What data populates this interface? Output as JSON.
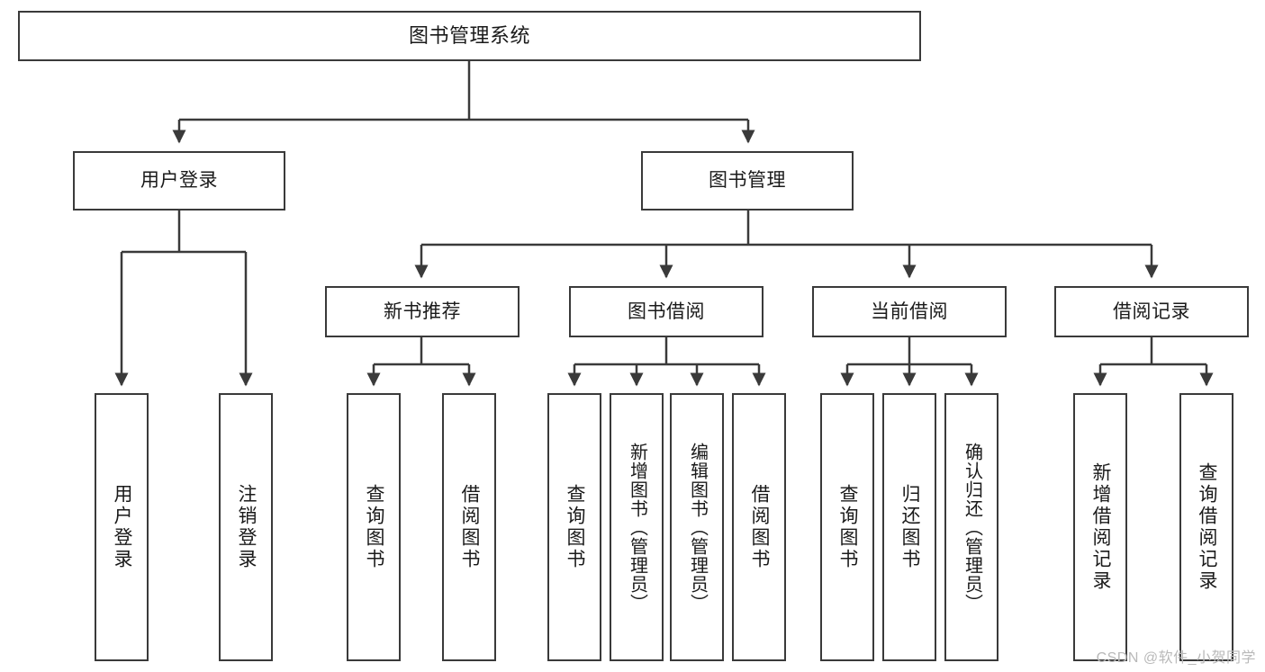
{
  "diagram": {
    "type": "tree-hierarchy-chart",
    "title_node": "图书管理系统",
    "style": {
      "box_border_color": "#3a3a3a",
      "box_fill": "#ffffff",
      "edge_color": "#3a3a3a",
      "text_color": "#1a1a1a",
      "watermark_color": "#b9b9b9"
    },
    "levels": {
      "root": [
        "图书管理系统"
      ],
      "level2": [
        "用户登录",
        "图书管理"
      ],
      "level3": [
        "新书推荐",
        "图书借阅",
        "当前借阅",
        "借阅记录"
      ],
      "leaves": [
        "用户登录",
        "注销登录",
        "查询图书",
        "借阅图书",
        "查询图书",
        "新增图书（管理员）",
        "编辑图书（管理员）",
        "借阅图书",
        "查询图书",
        "归还图书",
        "确认归还（管理员）",
        "新增借阅记录",
        "查询借阅记录"
      ]
    }
  },
  "nodes": {
    "root": {
      "label": "图书管理系统"
    },
    "user_login": {
      "label": "用户登录"
    },
    "book_manage": {
      "label": "图书管理"
    },
    "new_book_rec": {
      "label": "新书推荐"
    },
    "book_borrow": {
      "label": "图书借阅"
    },
    "current_borrow": {
      "label": "当前借阅"
    },
    "borrow_record": {
      "label": "借阅记录"
    },
    "leaf_user_login": {
      "label": "用户登录"
    },
    "leaf_logout": {
      "label": "注销登录"
    },
    "leaf_query_book_1": {
      "label": "查询图书"
    },
    "leaf_borrow_book_1": {
      "label": "借阅图书"
    },
    "leaf_query_book_2": {
      "label": "查询图书"
    },
    "leaf_add_book": {
      "label": "新增图书（管理员）"
    },
    "leaf_edit_book": {
      "label": "编辑图书（管理员）"
    },
    "leaf_borrow_book_2": {
      "label": "借阅图书"
    },
    "leaf_query_book_3": {
      "label": "查询图书"
    },
    "leaf_return_book": {
      "label": "归还图书"
    },
    "leaf_confirm_return": {
      "label": "确认归还（管理员）"
    },
    "leaf_add_record": {
      "label": "新增借阅记录"
    },
    "leaf_query_record": {
      "label": "查询借阅记录"
    }
  },
  "watermark": {
    "text": "CSDN @软件_小贺同学"
  }
}
